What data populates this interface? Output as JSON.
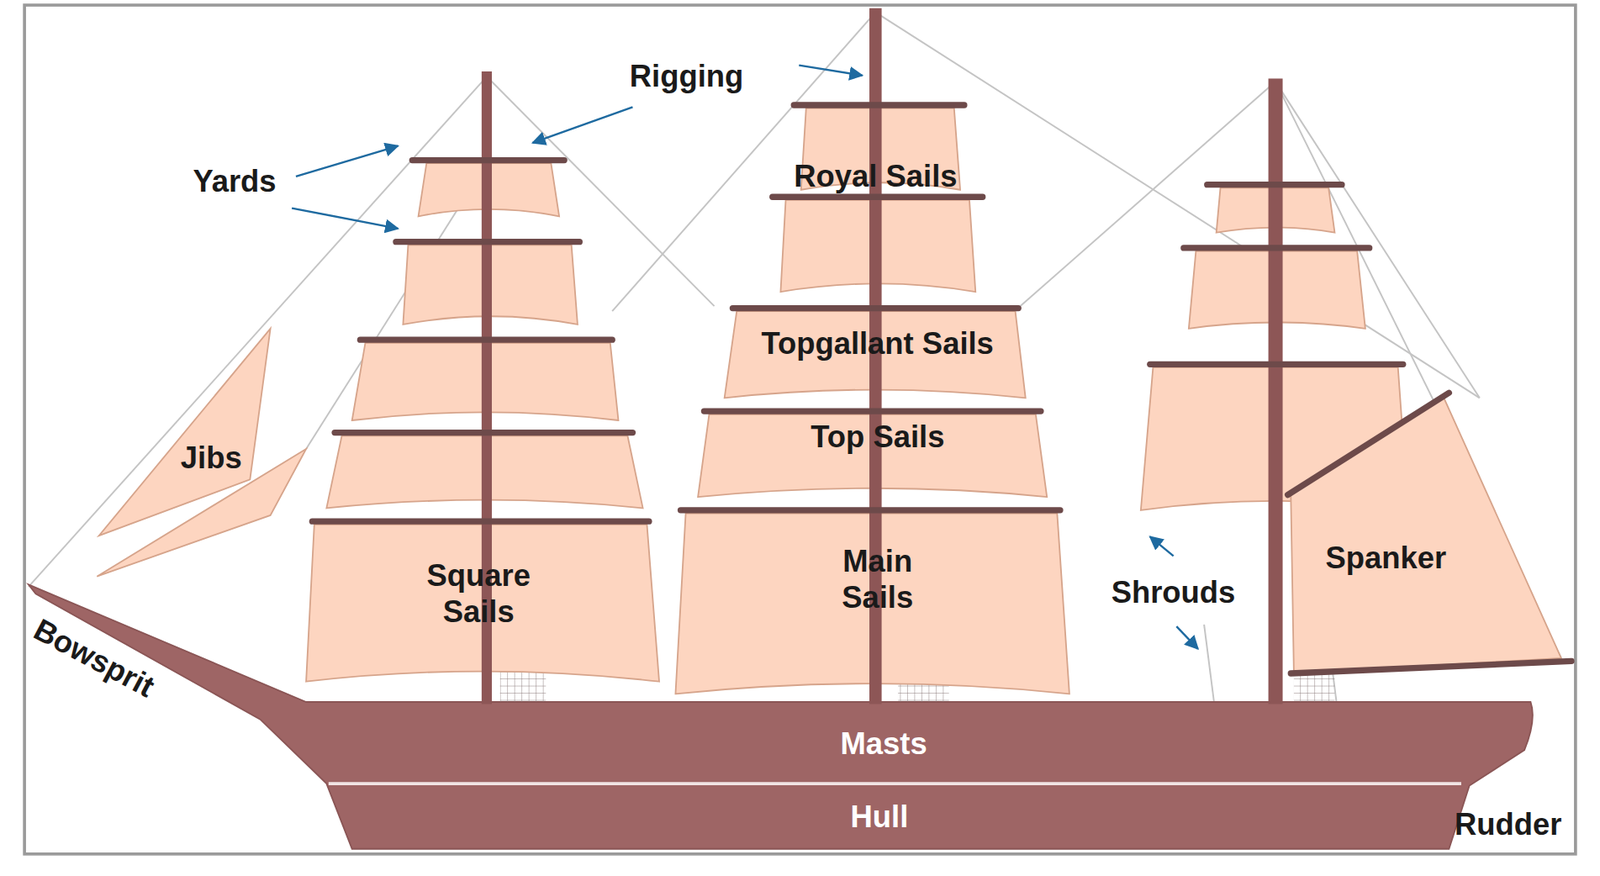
{
  "diagram": {
    "labels": [
      "Rigging",
      "Yards",
      "Royal Sails",
      "Jibs",
      "Topgallant Sails",
      "Top Sails",
      "Square Sails",
      "Main Sails",
      "Spanker",
      "Shrouds",
      "Bowsprit",
      "Masts",
      "Hull",
      "Rudder"
    ]
  }
}
